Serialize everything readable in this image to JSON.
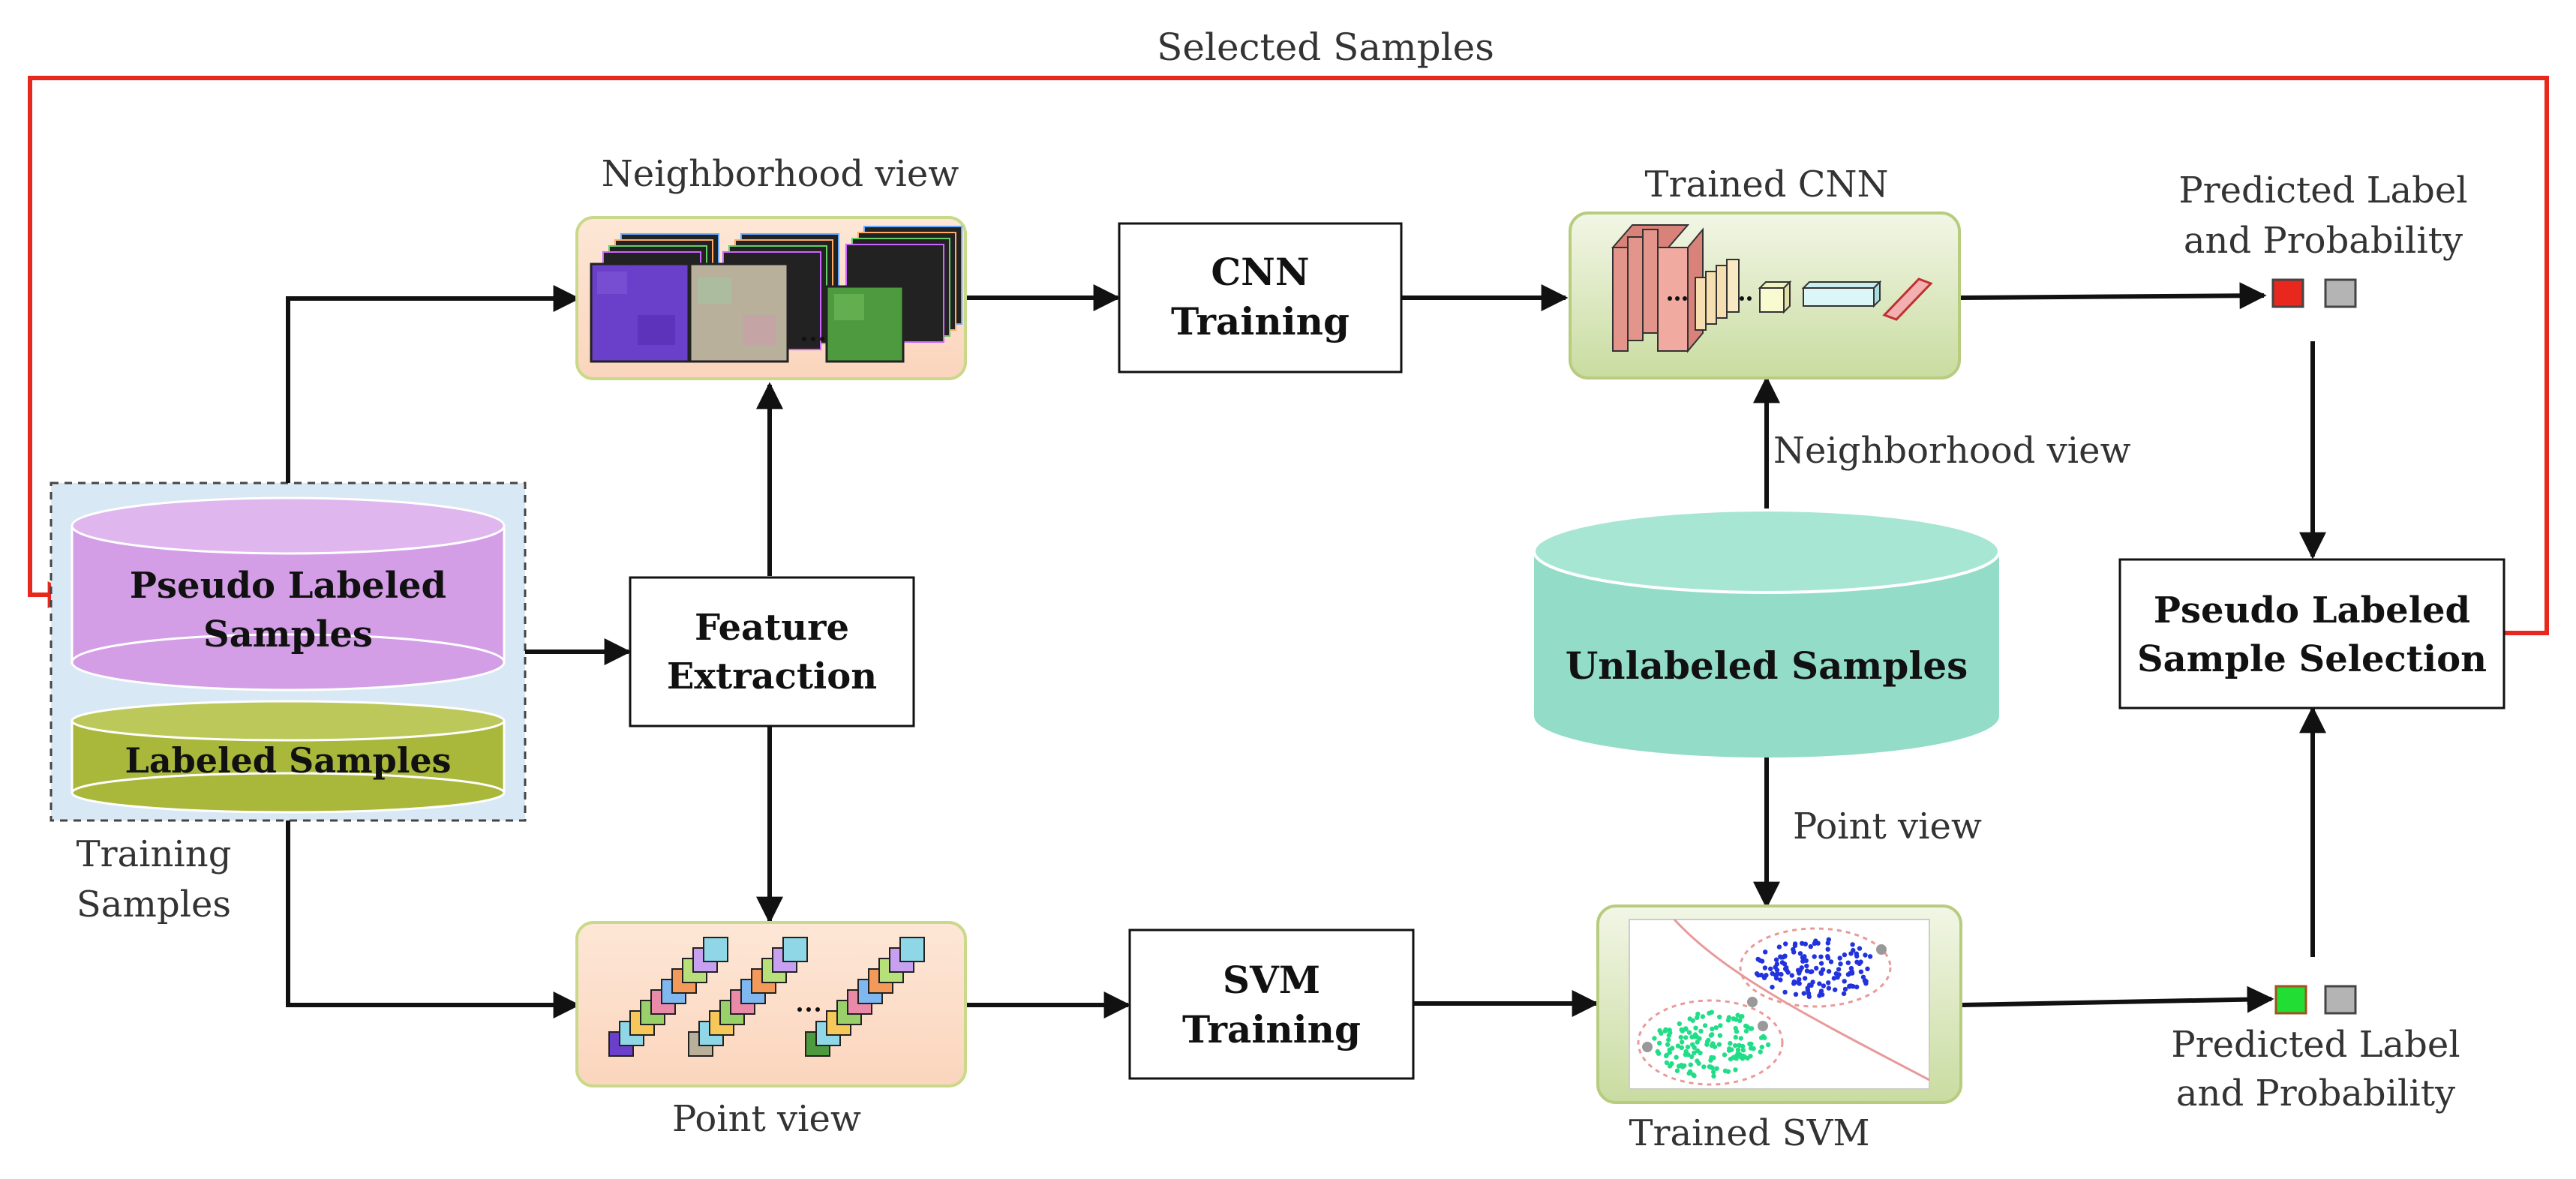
{
  "labels": {
    "selected_samples": "Selected Samples",
    "neighborhood_view_top": "Neighborhood view",
    "trained_cnn": "Trained CNN",
    "predicted_top_1": "Predicted Label",
    "predicted_top_2": "and Probability",
    "cnn_training_1": "CNN",
    "cnn_training_2": "Training",
    "neighborhood_view_mid": "Neighborhood view",
    "pseudo_labeled_1": "Pseudo Labeled",
    "pseudo_labeled_2": "Samples",
    "labeled_samples": "Labeled Samples",
    "training_samples_1": "Training",
    "training_samples_2": "Samples",
    "feature_extraction_1": "Feature",
    "feature_extraction_2": "Extraction",
    "unlabeled_samples": "Unlabeled Samples",
    "selection_1": "Pseudo Labeled",
    "selection_2": "Sample Selection",
    "point_view_mid": "Point view",
    "svm_training_1": "SVM",
    "svm_training_2": "Training",
    "point_view_bottom": "Point view",
    "trained_svm": "Trained SVM",
    "predicted_bottom_1": "Predicted Label",
    "predicted_bottom_2": "and Probability"
  },
  "colors": {
    "feedback_arrow": "#e8281e",
    "arrow": "#111111",
    "pseudo_db": "#d39ee6",
    "labeled_db": "#a9b83a",
    "unlabeled_db": "#93dcc8",
    "training_box_bg": "#d8e8f4",
    "view_box_bg": "#fde0cc",
    "model_box_bg": "#d6e3b4",
    "pred_red": "#e8281e",
    "pred_green": "#22dd33",
    "pred_gray": "#b4b4b4"
  },
  "icons": {
    "cnn_diagram": "cnn-architecture-icon",
    "svm_diagram": "svm-scatter-icon",
    "neighborhood_patches": "image-patch-stack-icon",
    "point_vectors": "pixel-vector-stack-icon"
  }
}
